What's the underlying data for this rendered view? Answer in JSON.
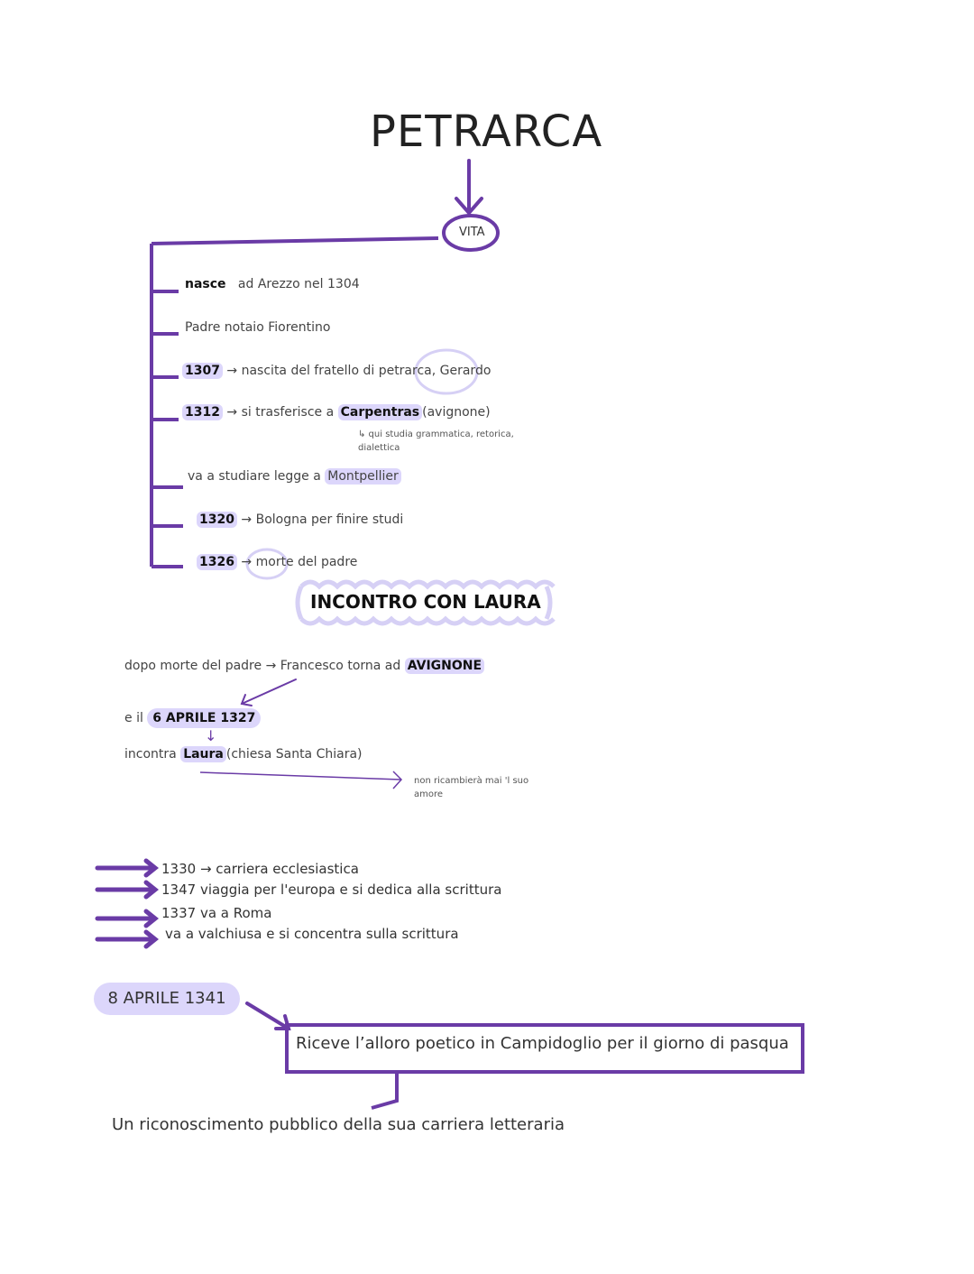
{
  "colors": {
    "purple": "#6a3ba6",
    "highlight": "#dcd6fb",
    "text": "#333333"
  },
  "title": "PETRARCA",
  "vita_label": "VITA",
  "timeline": [
    {
      "year": "nasce",
      "text": "ad Arezzo nel 1304"
    },
    {
      "year": "",
      "text": "Padre notaio Fiorentino"
    },
    {
      "year": "1307",
      "arrow": "→",
      "text": "nascita del fratello di petrarca, Gerardo"
    },
    {
      "year": "1312",
      "arrow": "→",
      "text_a": "si trasferisce a",
      "bold": "Carpentras",
      "text_b": "(avignone)"
    },
    {
      "note": "↳ qui studia grammatica, retorica,",
      "note2": "dialettica"
    },
    {
      "year": "",
      "text_a": "va a studiare legge a",
      "hl": "Montpellier"
    },
    {
      "year": "1320",
      "arrow": "→",
      "text": "Bologna per finire studi"
    },
    {
      "year": "1326",
      "arrow": "→",
      "text": "morte del padre"
    }
  ],
  "laura": {
    "heading": "INCONTRO CON LAURA",
    "line1_a": "dopo morte del padre",
    "arrow": "→",
    "line1_b": "Francesco torna ad",
    "line1_bold": "AVIGNONE",
    "date_prefix": "e il",
    "date": "6 APRILE 1327",
    "down_arrow": "↓",
    "line3_a": "incontra",
    "line3_bold": "Laura",
    "line3_b": "(chiesa Santa Chiara)",
    "side_note1": "non ricambierà mai 'l suo",
    "side_note2": "amore"
  },
  "events": [
    "1330 → carriera ecclesiastica",
    "1347 viaggia per l'europa e si dedica alla scrittura",
    "1337 va a Roma",
    "va a valchiusa e si concentra sulla scrittura"
  ],
  "crown": {
    "date": "8 APRILE 1341",
    "box_text": "Riceve l’alloro poetico in Campidoglio per il giorno di pasqua",
    "conclusion": "Un riconoscimento pubblico della sua carriera letteraria"
  }
}
